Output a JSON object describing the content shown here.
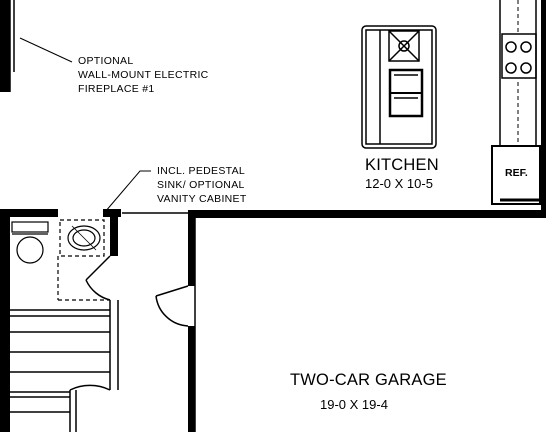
{
  "notes": {
    "fireplace": [
      "OPTIONAL",
      "WALL-MOUNT ELECTRIC",
      "FIREPLACE #1"
    ],
    "sink": [
      "INCL. PEDESTAL",
      "SINK/ OPTIONAL",
      "VANITY CABINET"
    ]
  },
  "rooms": {
    "kitchen": {
      "name": "KITCHEN",
      "dims": "12-0 X 10-5"
    },
    "garage": {
      "name": "TWO-CAR GARAGE",
      "dims": "19-0 X 19-4"
    }
  },
  "appliances": {
    "refrigerator": "REF."
  }
}
